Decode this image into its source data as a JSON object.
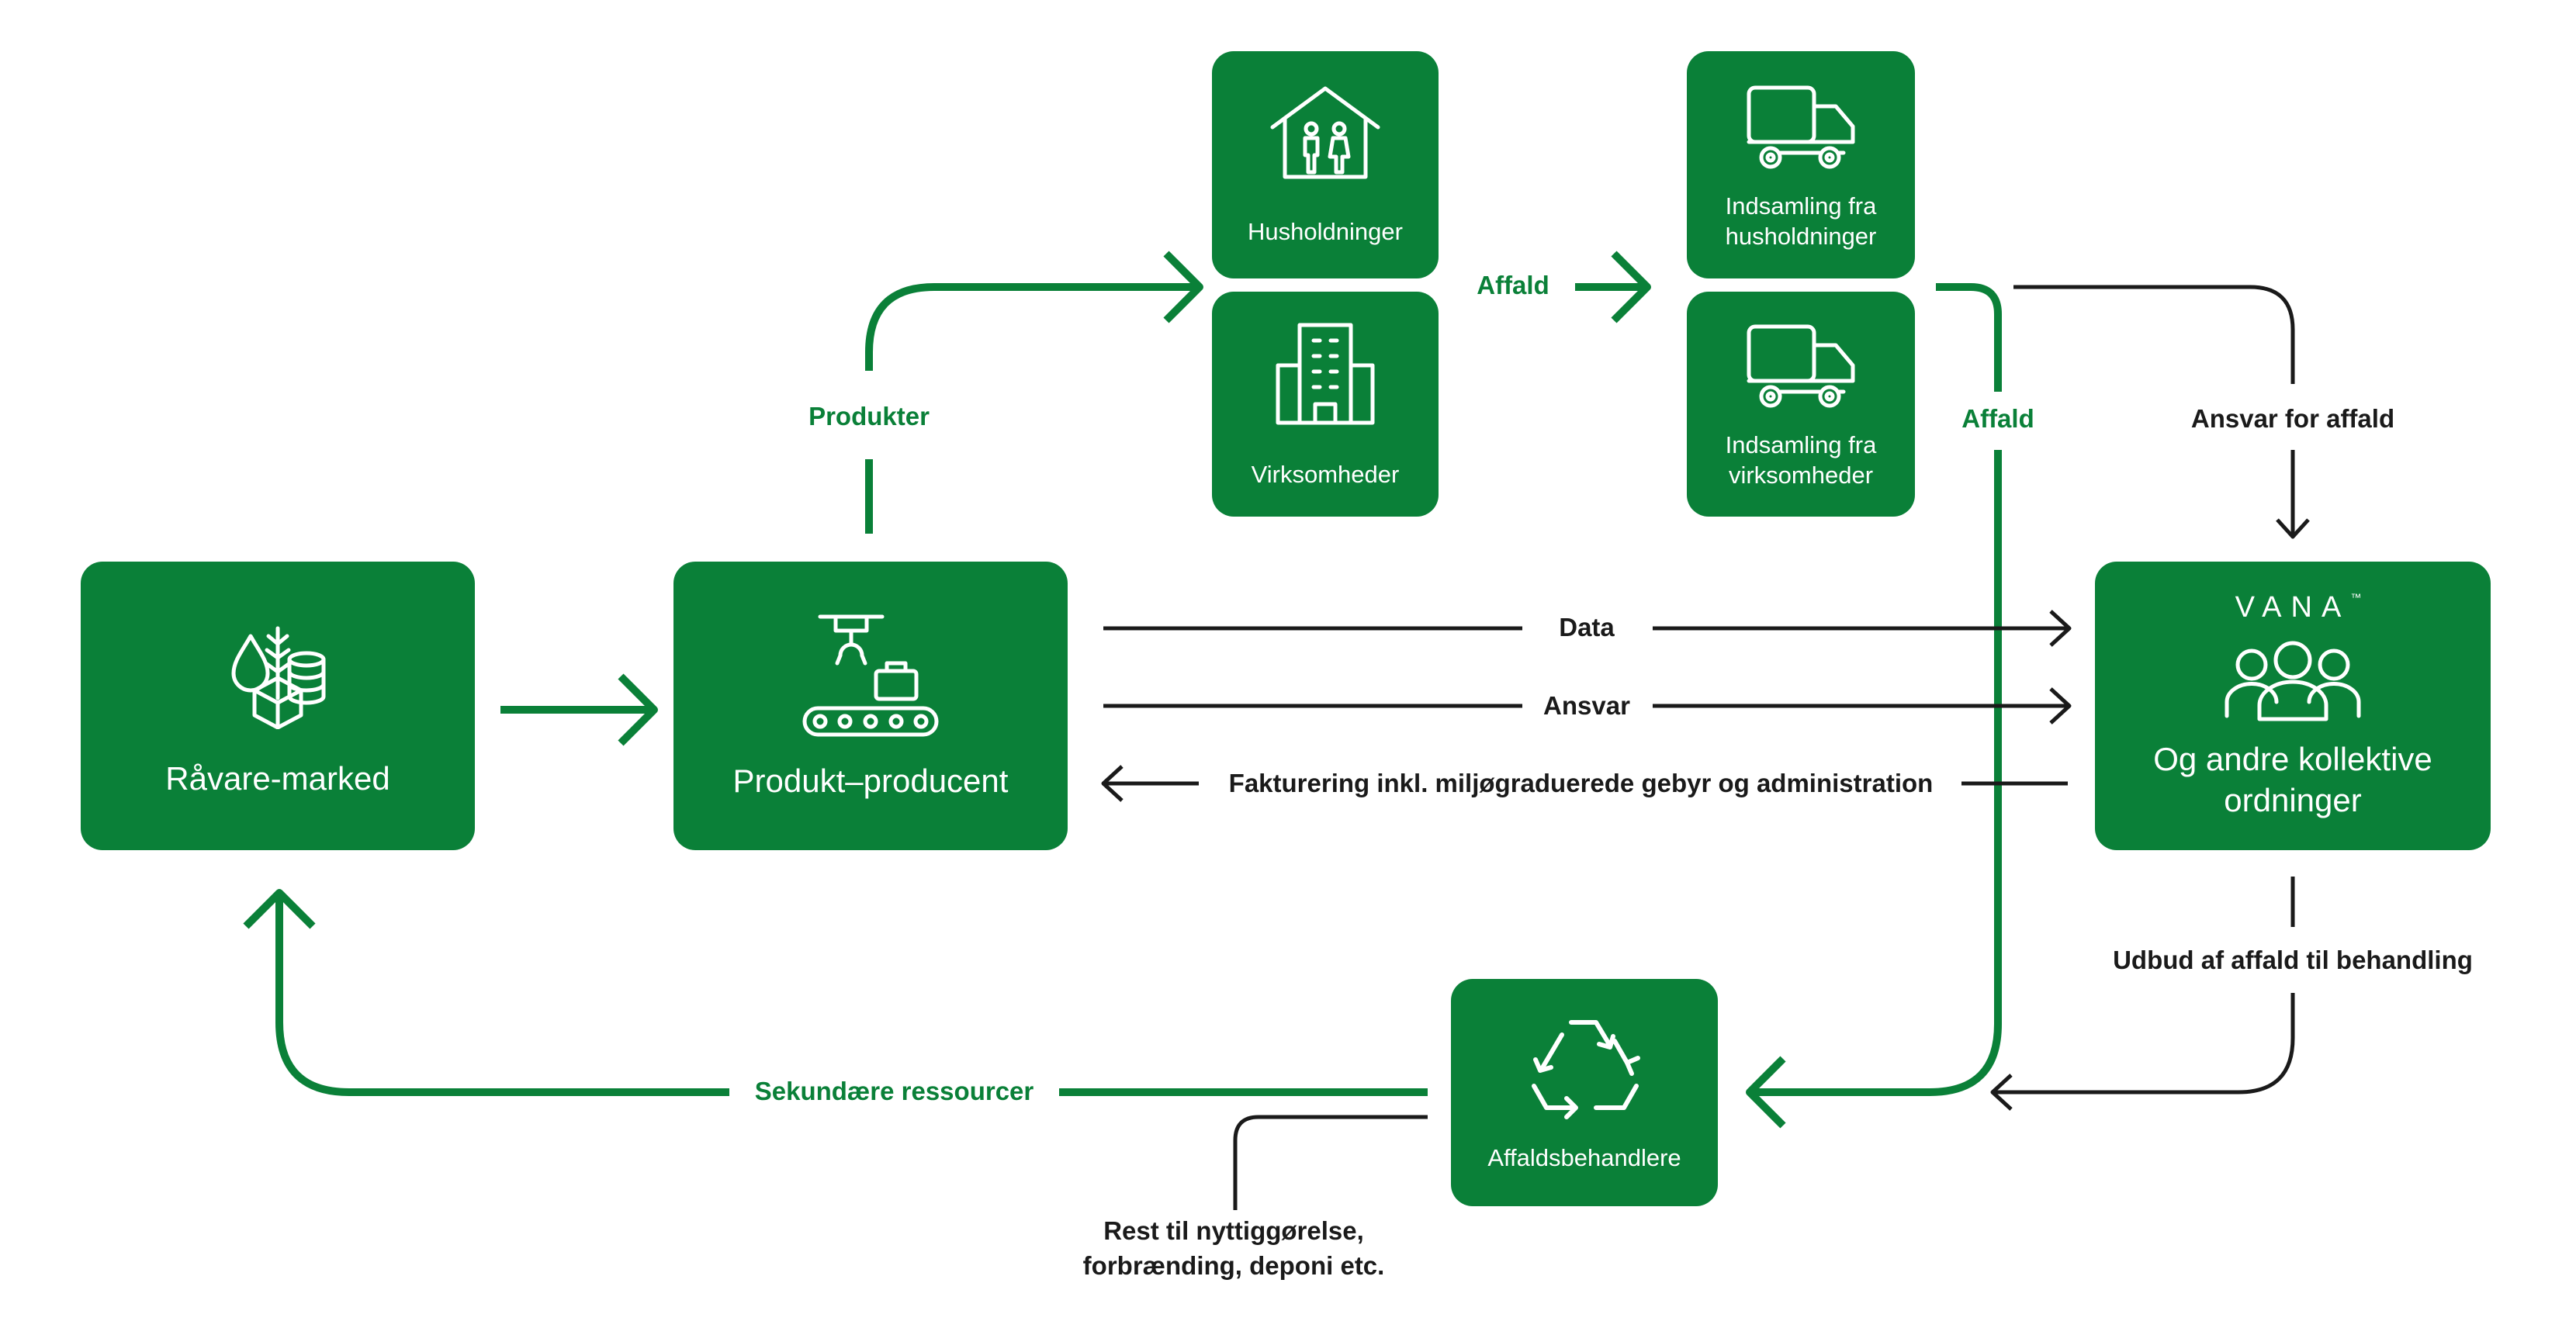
{
  "colors": {
    "green": "#0a8038",
    "black": "#1a1a1a",
    "white": "#ffffff"
  },
  "nodes": {
    "raavare": {
      "label": "Råvare-marked",
      "icon": "raw-materials-icon"
    },
    "producent": {
      "label": "Produkt–producent",
      "icon": "production-line-icon"
    },
    "husholdninger": {
      "label": "Husholdninger",
      "icon": "house-family-icon"
    },
    "virksomheder": {
      "label": "Virksomheder",
      "icon": "office-building-icon"
    },
    "indsamling_hus": {
      "label": "Indsamling fra husholdninger",
      "icon": "truck-icon"
    },
    "indsamling_virk": {
      "label": "Indsamling fra virksomheder",
      "icon": "truck-icon"
    },
    "vana": {
      "logo": "VANA",
      "trademark": "™",
      "label": "Og andre kollektive ordninger",
      "icon": "people-group-icon"
    },
    "affaldsbehandlere": {
      "label": "Affaldsbehandlere",
      "icon": "recycle-icon"
    }
  },
  "edges": {
    "produkter": "Produkter",
    "affald_top": "Affald",
    "affald_right": "Affald",
    "ansvar_for_affald": "Ansvar for affald",
    "data": "Data",
    "ansvar": "Ansvar",
    "fakturering": "Fakturering inkl. miljøgraduerede gebyr og administration",
    "udbud": "Udbud af affald til behandling",
    "sekundaere": "Sekundære ressourcer",
    "rest_line1": "Rest til nyttiggørelse,",
    "rest_line2": "forbrænding, deponi etc."
  }
}
